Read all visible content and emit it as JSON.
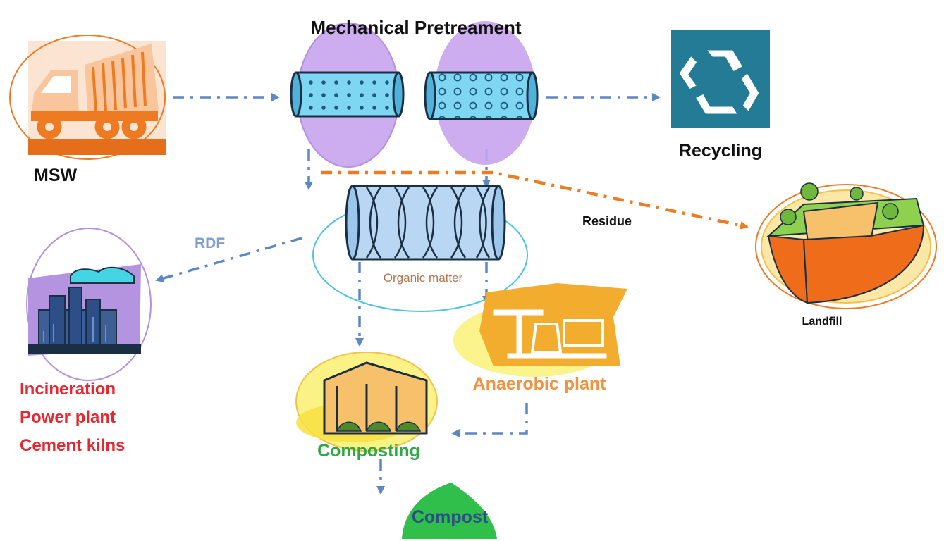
{
  "title": "Mechanical Pretreament",
  "nodes": {
    "msw": "MSW",
    "recycling": "Recycling",
    "organic": "Organic matter",
    "landfill": "Landfill",
    "anaerobic": "Anaerobic plant",
    "composting": "Composting",
    "compost": "Compost",
    "incineration": [
      "Incineration",
      "Power plant",
      "Cement kilns"
    ]
  },
  "edges": {
    "rdf": "RDF",
    "residue": "Residue"
  },
  "colors": {
    "flow_arrow": "#5b87c5",
    "residue_arrow": "#ee7b22",
    "incineration_text": "#e8262f",
    "anaerobic_text": "#f2913f",
    "composting_text": "#2ea845",
    "compost_text": "#2d4e86",
    "recycle_bg": "#237b96",
    "truck": "#ee7b22"
  },
  "icons": [
    "dump-truck-icon",
    "drum-screen-icon",
    "recycling-symbol-icon",
    "landfill-cross-section-icon",
    "factory-icon",
    "oil-pump-icon",
    "greenhouse-icon",
    "compost-heap-icon"
  ]
}
